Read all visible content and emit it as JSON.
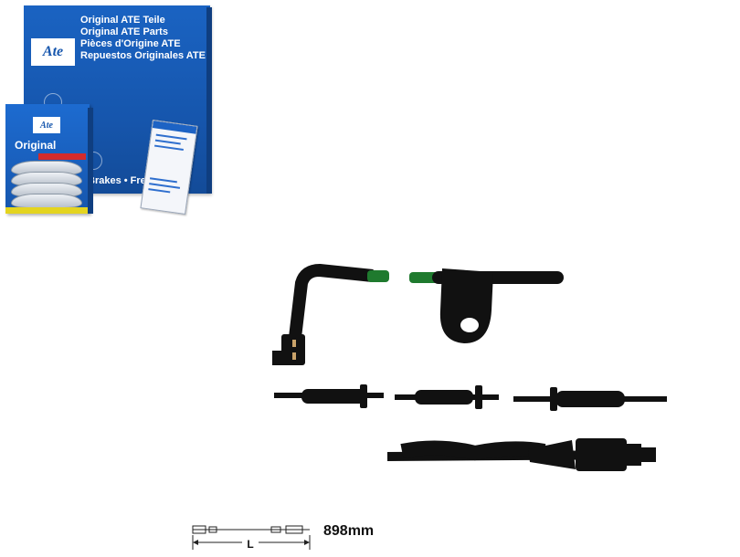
{
  "box_texts": {
    "lines": [
      "Original ATE Teile",
      "Original ATE Parts",
      "Pièces d'Origine ATE",
      "Repuestos Originales ATE"
    ],
    "bottom_text": "Brakes • Frei        os"
  },
  "brand_logo": "Ate",
  "pad_box": {
    "label": "Original"
  },
  "dimension": {
    "symbol": "L",
    "value": "898mm"
  },
  "colors": {
    "ate_blue": "#1656ad",
    "sensor_black": "#111111",
    "connector_green": "#1f7a2e"
  }
}
